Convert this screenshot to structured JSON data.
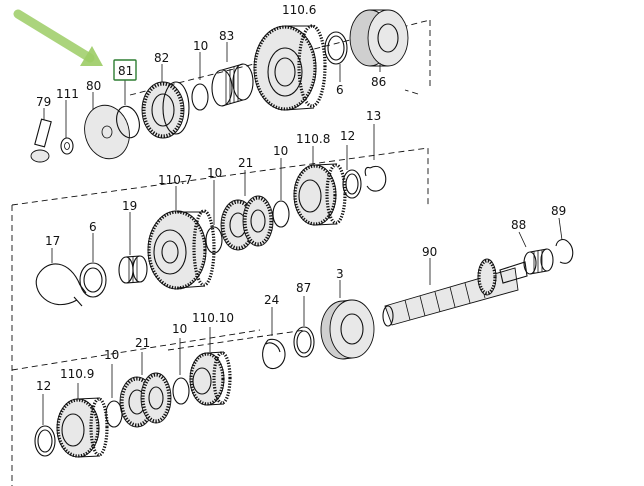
{
  "diagram": {
    "highlight_color": "#2e7d32",
    "arrow_color": "#8bc34a",
    "labels": {
      "p79": "79",
      "p111": "111",
      "p80": "80",
      "p81": "81",
      "p82": "82",
      "p10a": "10",
      "p83": "83",
      "p1106": "110.6",
      "p6a": "6",
      "p86": "86",
      "p1107": "110.7",
      "p10b": "10",
      "p21a": "21",
      "p10c": "10",
      "p1108": "110.8",
      "p12a": "12",
      "p13": "13",
      "p19": "19",
      "p17": "17",
      "p6b": "6",
      "p88": "88",
      "p89": "89",
      "p90": "90",
      "p3": "3",
      "p24": "24",
      "p87": "87",
      "p1109": "110.9",
      "p10d": "10",
      "p21b": "21",
      "p10e": "10",
      "p11010": "110.10",
      "p12b": "12"
    }
  }
}
